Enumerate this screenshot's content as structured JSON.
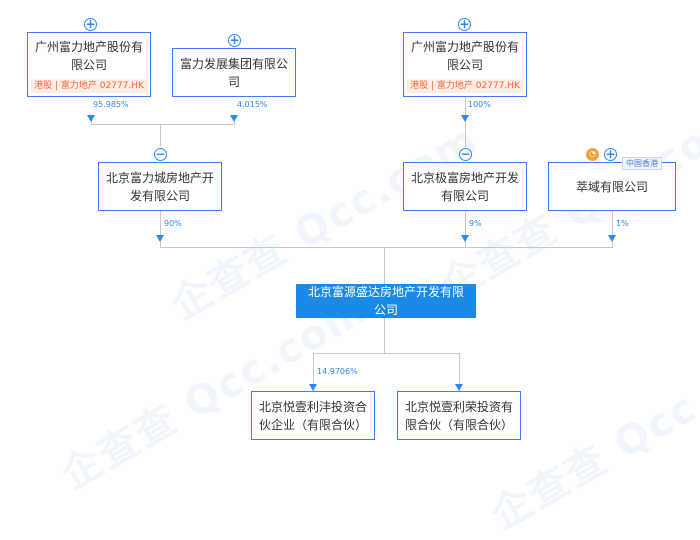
{
  "watermark": "企查查 Qcc.com",
  "nodes": {
    "guangzhou_rf_left": {
      "name": "广州富力地产股份有限公司",
      "tag": "港股 | 富力地产 02777.HK"
    },
    "fuli_group": {
      "name": "富力发展集团有限公司"
    },
    "guangzhou_rf_right": {
      "name": "广州富力地产股份有限公司",
      "tag": "港股 | 富力地产 02777.HK"
    },
    "beijing_fuli_city": {
      "name": "北京富力城房地产开发有限公司"
    },
    "beijing_jifu": {
      "name": "北京极富房地产开发有限公司"
    },
    "cuiyu": {
      "name": "萃域有限公司",
      "region": "中国香港"
    },
    "focus": {
      "name": "北京富源盛达房地产开发有限公司"
    },
    "yueyi_lifeng": {
      "name": "北京悦壹利沣投资合伙企业（有限合伙）"
    },
    "yueyi_lirong": {
      "name": "北京悦壹利荣投资有限合伙（有限合伙）"
    }
  },
  "percentages": {
    "p_left_rf": "95.985%",
    "p_fuli_group": "4.015%",
    "p_right_rf": "100%",
    "p_fuli_city": "90%",
    "p_jifu": "9%",
    "p_cuiyu": "1%",
    "p_lifeng": "14.9706%"
  },
  "controls": {
    "expand": "+",
    "collapse": "−",
    "history": "◔"
  },
  "colors": {
    "accent": "#2d89ef",
    "focus_fill": "#1b8ae6",
    "tag_text": "#f26b3a",
    "tag_bg": "#fdeee5"
  }
}
